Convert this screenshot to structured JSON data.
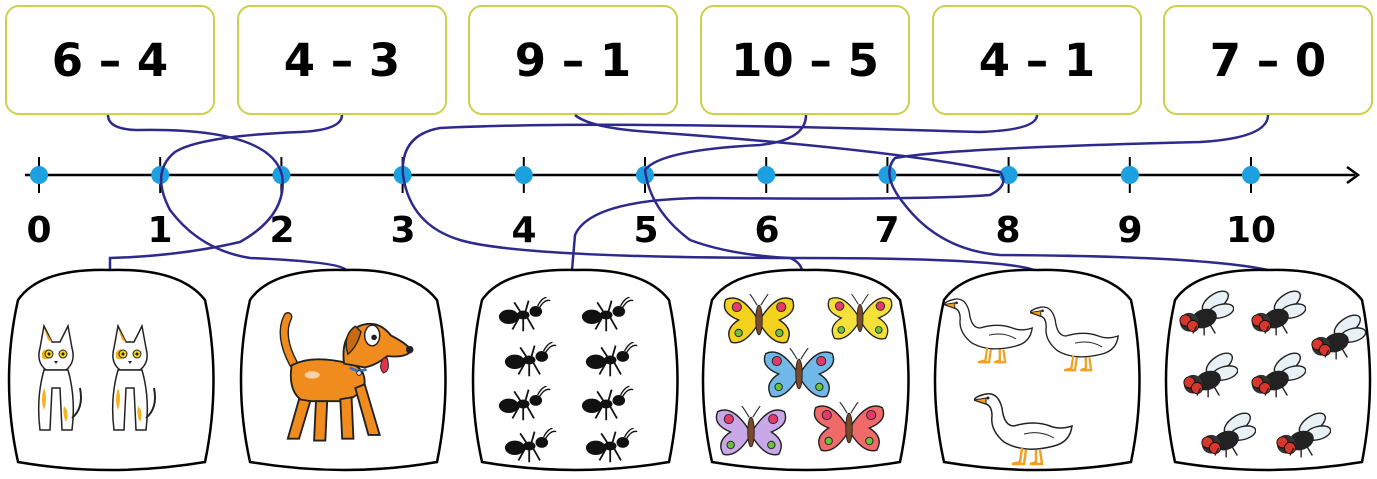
{
  "expressions": [
    "6 – 4",
    "4 – 3",
    "9 – 1",
    "10 – 5",
    "4 – 1",
    "7 – 0"
  ],
  "number_line": {
    "ticks": [
      "0",
      "1",
      "2",
      "3",
      "4",
      "5",
      "6",
      "7",
      "8",
      "9",
      "10"
    ],
    "point_color": "#1ca0e0",
    "line_color": "#000000"
  },
  "connector_color": "#2e2a8c",
  "box_border_color": "#c9d24a",
  "picture_cards": [
    {
      "animal": "cat",
      "count": 2
    },
    {
      "animal": "dog",
      "count": 1
    },
    {
      "animal": "ant",
      "count": 8
    },
    {
      "animal": "butterfly",
      "count": 5
    },
    {
      "animal": "goose",
      "count": 3
    },
    {
      "animal": "fly",
      "count": 7
    }
  ],
  "matches": [
    {
      "expression": "6 – 4",
      "value": 2,
      "picture": "cat"
    },
    {
      "expression": "4 – 3",
      "value": 1,
      "picture": "dog"
    },
    {
      "expression": "9 – 1",
      "value": 8,
      "picture": "ant"
    },
    {
      "expression": "10 – 5",
      "value": 5,
      "picture": "butterfly"
    },
    {
      "expression": "4 – 1",
      "value": 3,
      "picture": "goose"
    },
    {
      "expression": "7 – 0",
      "value": 7,
      "picture": "fly"
    }
  ]
}
